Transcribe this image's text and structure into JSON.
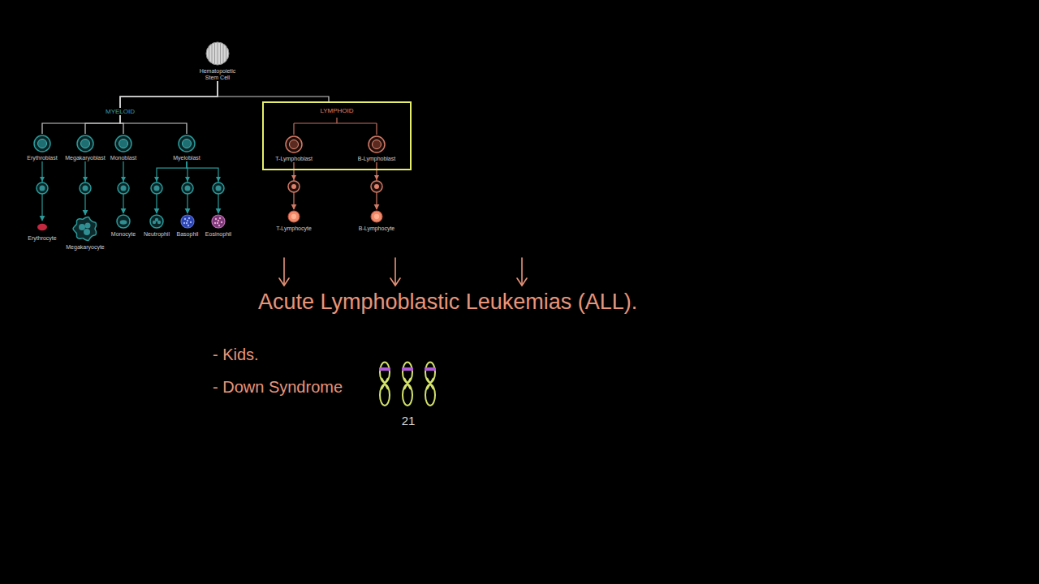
{
  "diagram": {
    "nodes": [
      {
        "text": [
          "Hematopoietic Stem Cell"
        ]
      },
      {
        "text": [
          "Erythroblast"
        ]
      },
      {
        "text": [
          "Megakaryoblast"
        ]
      },
      {
        "text": [
          "Monoblast"
        ]
      },
      {
        "text": [
          "Myeloblast"
        ]
      },
      {
        "text": [
          "LYMPHOID"
        ]
      },
      {
        "text": [
          "T-Lymphoblast"
        ],
        "in": 5
      },
      {
        "text": [
          "B-Lymphoblast"
        ],
        "in": 5
      },
      {
        "text": [
          "Erythrocyte"
        ]
      },
      {
        "text": [
          "Megakaryocyte"
        ]
      },
      {
        "text": [
          "Monocyte"
        ]
      },
      {
        "text": [
          "Neutrophil"
        ]
      },
      {
        "text": [
          "Basophil"
        ]
      },
      {
        "text": [
          "Eosinophil"
        ]
      },
      {
        "text": [
          "T-Lymphocyte"
        ]
      },
      {
        "text": [
          "B-Lymphocyte"
        ]
      }
    ],
    "edges": [
      {
        "from": 0,
        "to": 1,
        "arrow": "none"
      },
      {
        "from": 0,
        "to": 2,
        "arrow": "none"
      },
      {
        "from": 0,
        "to": 3,
        "arrow": "none"
      },
      {
        "from": 0,
        "to": 4,
        "arrow": "none"
      },
      {
        "from": 0,
        "to": 5,
        "arrow": "none"
      },
      {
        "from": 1,
        "to": 8,
        "arrow": "to"
      },
      {
        "from": 2,
        "to": 9,
        "arrow": "to"
      },
      {
        "from": 3,
        "to": 10,
        "arrow": "to"
      },
      {
        "from": 4,
        "to": 11,
        "arrow": "to"
      },
      {
        "from": 4,
        "to": 12,
        "arrow": "to"
      },
      {
        "from": 4,
        "to": 13,
        "arrow": "to"
      },
      {
        "from": 6,
        "to": 14,
        "arrow": "to"
      },
      {
        "from": 7,
        "to": 15,
        "arrow": "to"
      }
    ],
    "labels": [
      "MYELOID",
      "Acute Lymphoblastic Leukemias (ALL).",
      "- Kids.",
      "- Down Syndrome",
      "21"
    ]
  }
}
